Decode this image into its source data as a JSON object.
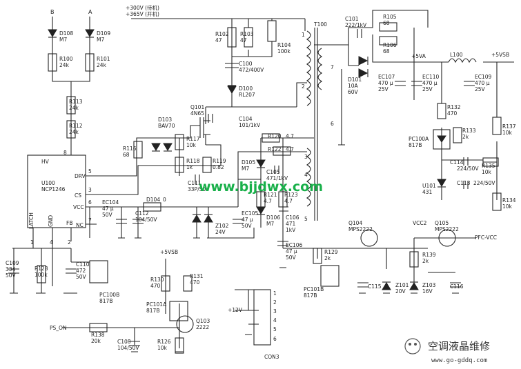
{
  "inputs": {
    "a": "A",
    "b": "B",
    "hv_line1": "+300V (待机)",
    "hv_line2": "+365V (开机)",
    "ps_on": "PS_ON",
    "plus12v": "+12V"
  },
  "components": {
    "d108": [
      "D108",
      "M7"
    ],
    "d109": [
      "D109",
      "M7"
    ],
    "r100": [
      "R100",
      "24k"
    ],
    "r101": [
      "R101",
      "24k"
    ],
    "r113": [
      "R113",
      "24k"
    ],
    "r112": [
      "R112",
      "24k"
    ],
    "r116": [
      "R116",
      "68"
    ],
    "d103": [
      "D103",
      "BAV70"
    ],
    "r117": [
      "R117",
      "10k"
    ],
    "r118": [
      "R118",
      "1k"
    ],
    "r119": [
      "R119",
      "0.82"
    ],
    "q101": [
      "Q101",
      "4N65"
    ],
    "r102": [
      "R102",
      "47"
    ],
    "r103": [
      "R103",
      "47"
    ],
    "r104": [
      "R104",
      "100k"
    ],
    "c100": [
      "C100",
      "472/400V"
    ],
    "d100": [
      "D100",
      "RL207"
    ],
    "c104": [
      "C104",
      "101/1kV"
    ],
    "c111": [
      "C111",
      "33P/50"
    ],
    "u100": [
      "U100",
      "NCP1246"
    ],
    "d105": [
      "D105",
      "M7"
    ],
    "c105": [
      "C105",
      "471/1kV"
    ],
    "r120": [
      "R120",
      "4.7"
    ],
    "r122": [
      "R122",
      "4.7"
    ],
    "r121": [
      "R121",
      "4.7"
    ],
    "r123": [
      "R123",
      "4.7"
    ],
    "d104": [
      "D104",
      "0"
    ],
    "ec104": [
      "EC104",
      "47 μ",
      "50V"
    ],
    "c112": [
      "C112",
      "104/50V"
    ],
    "z102": [
      "Z102",
      "24V"
    ],
    "ec105": [
      "EC105",
      "47 μ",
      "50V"
    ],
    "d106": [
      "D106",
      "M7"
    ],
    "c106": [
      "C106",
      "471",
      "1kV"
    ],
    "ec106": [
      "EC106",
      "47 μ",
      "50V"
    ],
    "t100": [
      "T100"
    ],
    "c101": [
      "C101",
      "222/1kV"
    ],
    "r105": [
      "R105",
      "68"
    ],
    "r106": [
      "R106",
      "68"
    ],
    "d101": [
      "D101",
      "10A",
      "60V"
    ],
    "ec107": [
      "EC107",
      "470 μ",
      "25V"
    ],
    "ec110": [
      "EC110",
      "470 μ",
      "25V"
    ],
    "l100": [
      "L100"
    ],
    "ec109": [
      "EC109",
      "470 μ",
      "25V"
    ],
    "r132": [
      "R132",
      "470"
    ],
    "r133": [
      "R133",
      "2k"
    ],
    "pc100a": [
      "PC100A",
      "817B"
    ],
    "r137": [
      "R137",
      "10k"
    ],
    "c114": [
      "C114",
      "224/50V"
    ],
    "r135": [
      "R135",
      "10k"
    ],
    "c113": [
      "C113",
      "224/50V"
    ],
    "u101": [
      "U101",
      "431"
    ],
    "r134": [
      "R134",
      "10k"
    ],
    "c109": [
      "C109",
      "334",
      "50V"
    ],
    "r128": [
      "R128",
      "100k"
    ],
    "c110": [
      "C110",
      "472",
      "50V"
    ],
    "pc100b": [
      "PC100B",
      "817B"
    ],
    "r130": [
      "R130",
      "470"
    ],
    "r131": [
      "R131",
      "470"
    ],
    "pc101a": [
      "PC101A",
      "817B"
    ],
    "q103": [
      "Q103",
      "2222"
    ],
    "r138": [
      "R138",
      "20k"
    ],
    "c108": [
      "C108",
      "104/50V"
    ],
    "r126": [
      "R126",
      "10k"
    ],
    "con3": [
      "CON3"
    ],
    "q104": [
      "Q104",
      "MPS2222"
    ],
    "r129": [
      "R129",
      "2k"
    ],
    "pc101b": [
      "PC101B",
      "817B"
    ],
    "c115": [
      "C115"
    ],
    "z101": [
      "Z101",
      "20V"
    ],
    "r139": [
      "R139",
      "2k"
    ],
    "z103": [
      "Z103",
      "16V"
    ],
    "q105": [
      "Q105",
      "MPS2222"
    ],
    "c116": [
      "C116"
    ]
  },
  "pins": {
    "hv": "HV",
    "drv": "DRV",
    "cs": "CS",
    "vcc": "VCC",
    "nc": "NC",
    "latch": "LATCH",
    "gnd": "GND",
    "fb": "FB",
    "p5a": "5",
    "p3": "3",
    "p6": "6",
    "p7": "7",
    "p8": "8",
    "p4": "4",
    "p2": "2",
    "p1": "1"
  },
  "transformer_pins": {
    "t1": "1",
    "t2": "2",
    "t3": "3",
    "t4": "4",
    "t5": "5",
    "t6": "6",
    "t7": "7"
  },
  "con3_pins": [
    "1",
    "2",
    "3",
    "4",
    "5",
    "6"
  ],
  "nets": {
    "plus5va": "+5VA",
    "plus5vsb": "+5VSB",
    "plus5vsb2": "+5VSB",
    "vcc2": "VCC2",
    "pfc_vcc": "PFC-VCC"
  },
  "watermark": {
    "text": "www.bjjdwx.com",
    "logo_text": "空调液晶维修",
    "logo_url": "www.go-gddq.com"
  }
}
